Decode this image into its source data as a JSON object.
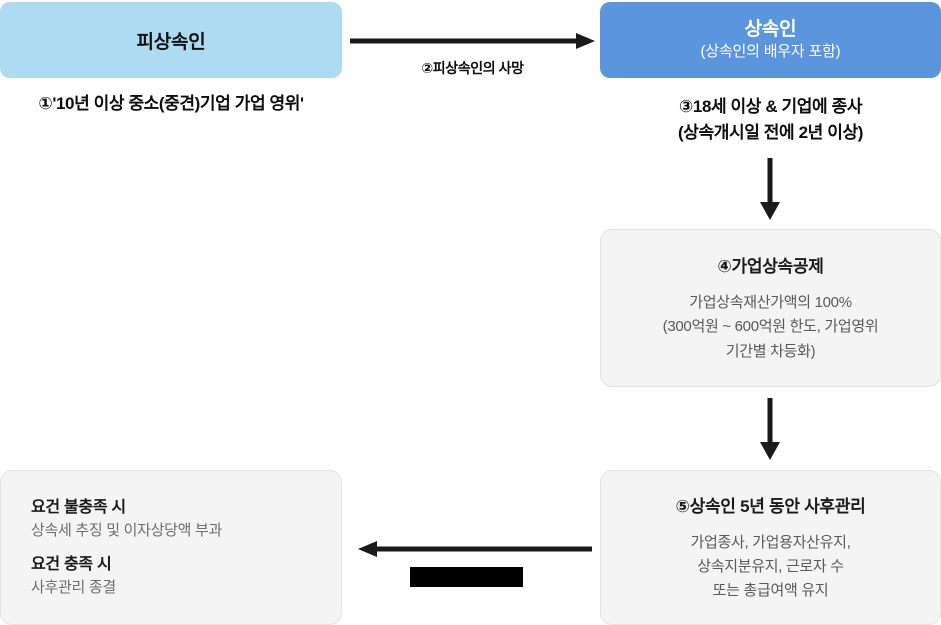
{
  "diagram": {
    "title": "가업상속공제 절차 흐름도",
    "colors": {
      "decedent_box": "#ADDCF2",
      "heir_box": "#5B95DE",
      "card_bg": "#F4F4F4",
      "card_border": "#E3E3E3",
      "arrow": "#1a1a1a",
      "redaction": "#000000"
    },
    "nodes": {
      "decedent": {
        "title": "피상속인",
        "caption": "①'10년 이상 중소(중견)기업 가업 영위'"
      },
      "heir": {
        "title": "상속인",
        "subtitle": "(상속인의 배우자 포함)",
        "caption_line1": "③18세 이상 & 기업에 종사",
        "caption_line2": "(상속개시일 전에 2년 이상)"
      },
      "deduction": {
        "title": "④가업상속공제",
        "body_line1": "가업상속재산가액의 100%",
        "body_line2": "(300억원 ~ 600억원 한도, 가업영위",
        "body_line3": "기간별 차등화)"
      },
      "followup": {
        "title": "⑤상속인 5년 동안 사후관리",
        "body_line1": "가업종사, 가업용자산유지,",
        "body_line2": "상속지분유지, 근로자 수",
        "body_line3": "또는 총급여액 유지"
      },
      "outcome": {
        "fail_label": "요건 불충족 시",
        "fail_value": "상속세 추징 및 이자상당액 부과",
        "pass_label": "요건 충족 시",
        "pass_value": "사후관리 종결"
      }
    },
    "arrows": {
      "death": {
        "label": "②피상속인의 사망",
        "direction": "right"
      },
      "heir_to_deduction": {
        "label": "",
        "direction": "down"
      },
      "deduction_to_followup": {
        "label": "",
        "direction": "down"
      },
      "followup_to_outcome": {
        "label": "",
        "direction": "left"
      }
    },
    "redaction": {
      "label": ""
    }
  }
}
